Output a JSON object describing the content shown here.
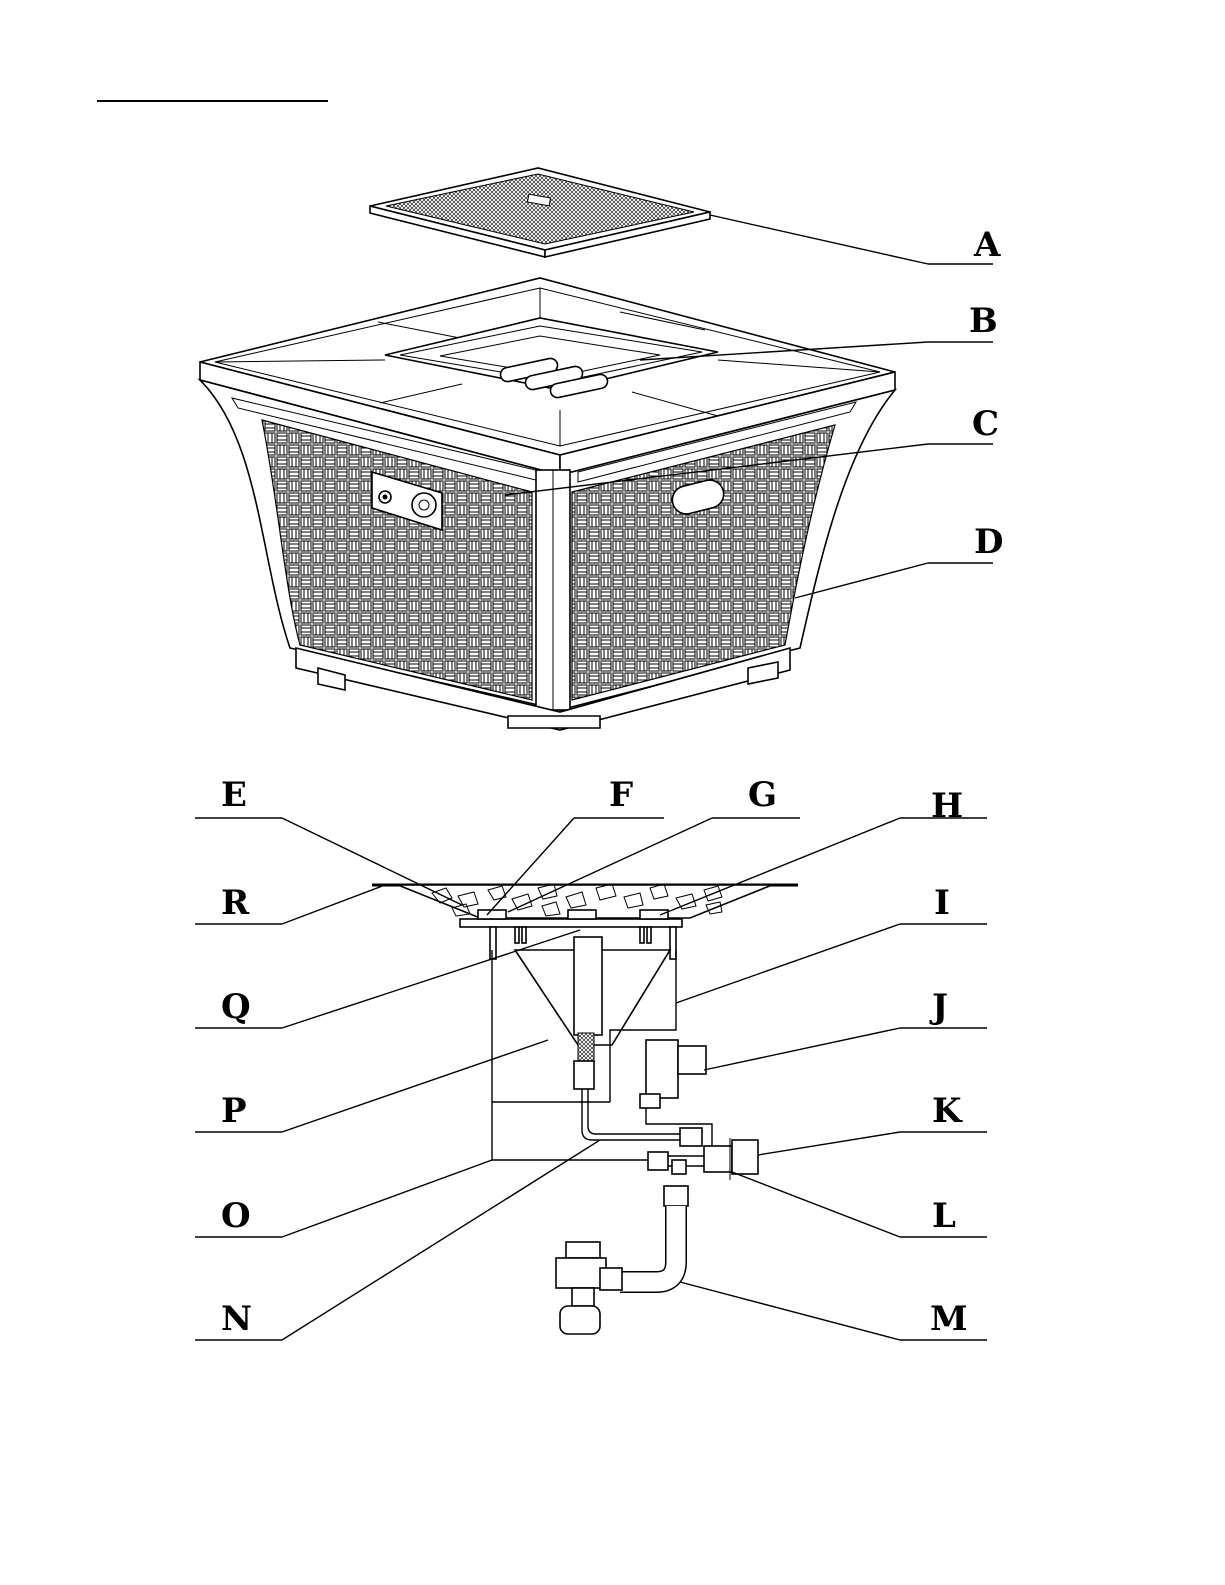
{
  "diagram": {
    "labels": [
      "A",
      "B",
      "C",
      "D",
      "E",
      "F",
      "G",
      "H",
      "R",
      "I",
      "Q",
      "J",
      "P",
      "K",
      "O",
      "L",
      "N",
      "M"
    ]
  }
}
